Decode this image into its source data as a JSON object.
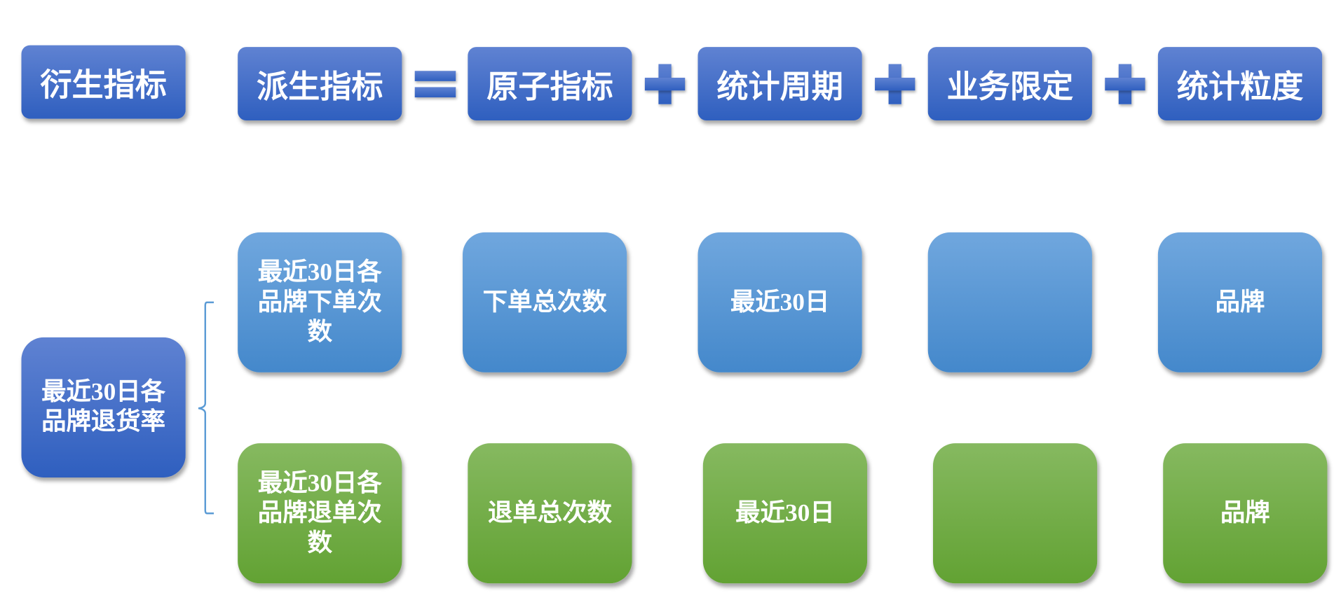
{
  "header": {
    "derived_label": "衍生指标",
    "derivative_label": "派生指标",
    "atomic_label": "原子指标",
    "period_label": "统计周期",
    "business_label": "业务限定",
    "granularity_label": "统计粒度"
  },
  "derived_metric": "最近30日各品牌退货率",
  "rows": [
    {
      "derivative": "最近30日各品牌下单次数",
      "atomic": "下单总次数",
      "period": "最近30日",
      "business": "",
      "granularity": "品牌"
    },
    {
      "derivative": "最近30日各品牌退单次数",
      "atomic": "退单总次数",
      "period": "最近30日",
      "business": "",
      "granularity": "品牌"
    }
  ],
  "colors": {
    "header": "#3f6dc8",
    "row1": "#5a98d4",
    "row2": "#72ad48",
    "bracket": "#5b9bd5"
  }
}
